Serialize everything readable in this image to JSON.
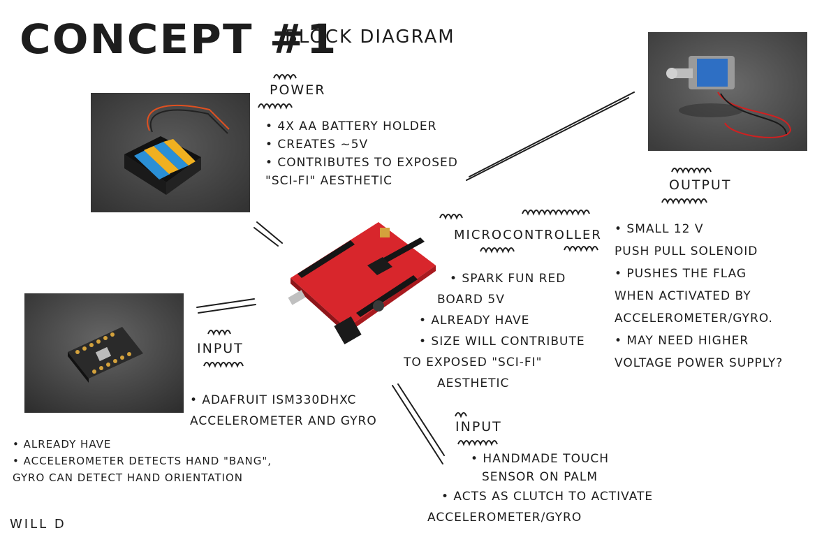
{
  "title": "Concept #1",
  "subtitle": "Block Diagram",
  "blocks": {
    "power": {
      "heading": "Power",
      "bullets": [
        "• 4x AA Battery holder",
        "• Creates ~5V",
        "• Contributes to exposed",
        "\"Sci-Fi\" Aesthetic"
      ]
    },
    "output": {
      "heading": "Output",
      "bullets": [
        "• Small 12 V",
        "Push Pull Solenoid",
        "• Pushes the flag",
        "When activated by",
        "Accelerometer/Gyro.",
        "• May need higher",
        "Voltage Power Supply?"
      ]
    },
    "microcontroller": {
      "heading": "Microcontroller",
      "bullets": [
        "• Spark Fun Red",
        "Board 5V",
        "• Already Have",
        "• Size will contribute",
        "to exposed \"Sci-Fi\"",
        "Aesthetic"
      ]
    },
    "input_sensor": {
      "heading": "Input",
      "bullets": [
        "• Adafruit ISM330DHXC",
        "Accelerometer and Gyro"
      ]
    },
    "input_sensor_notes": {
      "bullets": [
        "• Already Have",
        "• Accelerometer detects hand \"bang\",",
        "Gyro can detect hand orientation"
      ]
    },
    "input_touch": {
      "heading": "Input",
      "bullets": [
        "• Handmade touch",
        "sensor on palm",
        "• Acts as clutch to activate",
        "Accelerometer/Gyro"
      ]
    }
  },
  "signature": "Will D",
  "colors": {
    "ink": "#1d1d1d",
    "board_red": "#d8262c",
    "photo_bg": "#4a4a4a"
  }
}
